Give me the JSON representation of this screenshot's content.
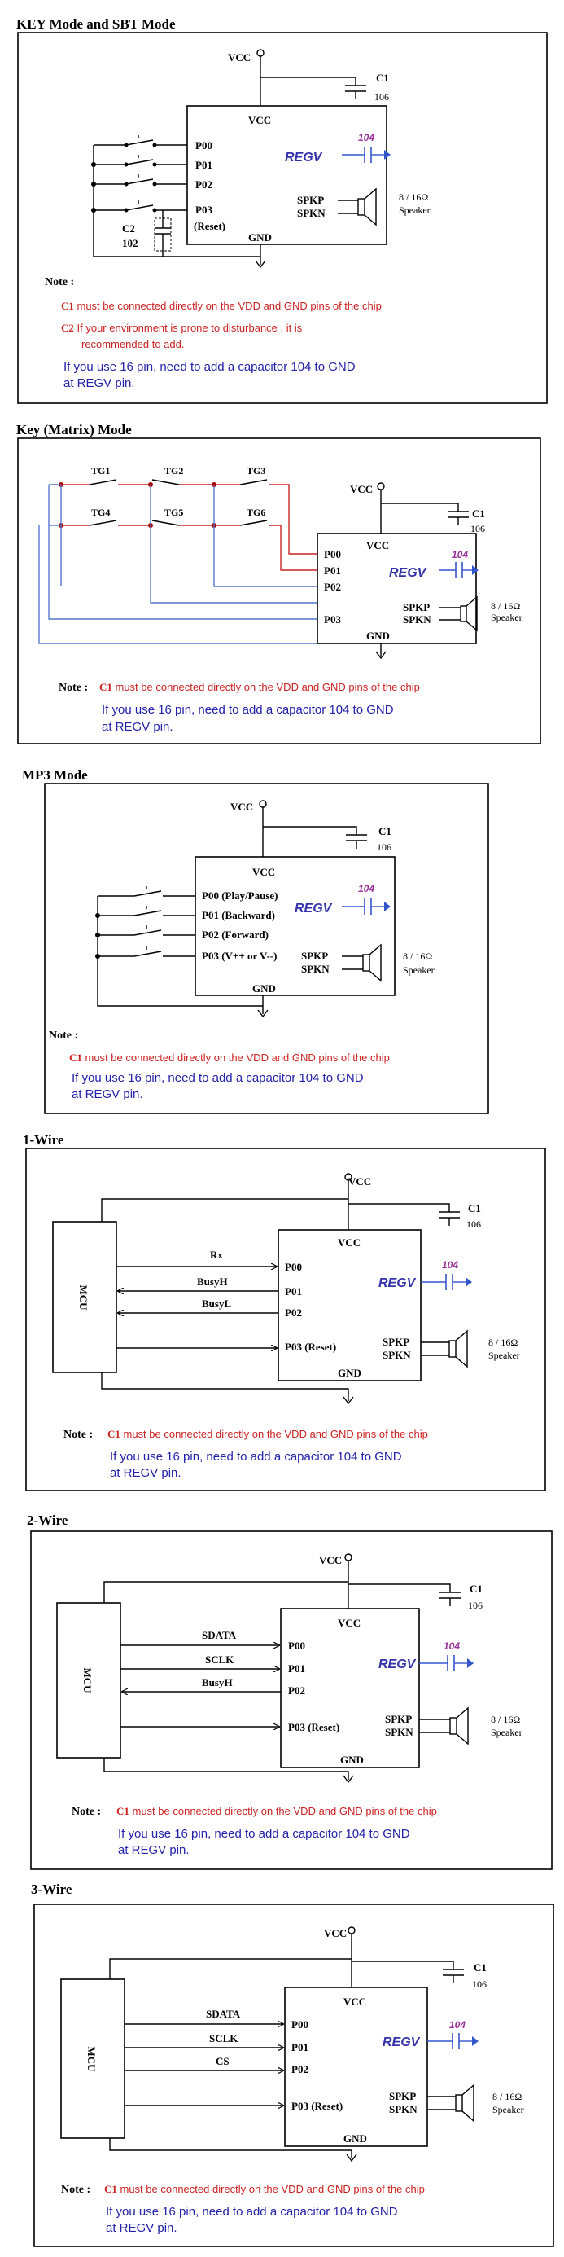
{
  "sections": {
    "key_sbt": {
      "title": "KEY Mode and SBT Mode",
      "vcc": "VCC",
      "chip_vcc": "VCC",
      "chip_gnd": "GND",
      "c1": "C1",
      "c1_val": "106",
      "c2": "C2",
      "c2_val": "102",
      "pins": [
        "P00",
        "P01",
        "P02",
        "P03"
      ],
      "reset": "(Reset)",
      "regv": "REGV",
      "cap104": "104",
      "spkp": "SPKP",
      "spkn": "SPKN",
      "speaker_spec": "8 / 16Ω",
      "speaker": "Speaker",
      "note_label": "Note :",
      "note1_part1": "C1",
      "note1_part2": " must be connected directly on the VDD and ",
      "note1_part3": "GND",
      "note1_part4": " pins of the chip",
      "note2_part1": "C2",
      "note2_part2": " If your environment is prone to disturbance , it is",
      "note2_line2": "recommended to add.",
      "note3_line1": "If you use 16 pin, need to add a capacitor 104 to GND",
      "note3_line2": "at REGV pin."
    },
    "matrix": {
      "title": "Key (Matrix) Mode",
      "switches": [
        "TG1",
        "TG2",
        "TG3",
        "TG4",
        "TG5",
        "TG6"
      ],
      "vcc": "VCC",
      "chip_vcc": "VCC",
      "chip_gnd": "GND",
      "c1": "C1",
      "c1_val": "106",
      "pins": [
        "P00",
        "P01",
        "P02",
        "P03"
      ],
      "regv": "REGV",
      "cap104": "104",
      "spkp": "SPKP",
      "spkn": "SPKN",
      "speaker_spec": "8 / 16Ω",
      "speaker": "Speaker",
      "note_label": "Note :",
      "note1_part1": "C1",
      "note1_part2": " must be connected directly on the VDD and ",
      "note1_part3": "GND",
      "note1_part4": " pins of the chip",
      "note3_line1": "If you use 16 pin, need to add a capacitor 104 to GND",
      "note3_line2": "at REGV pin."
    },
    "mp3": {
      "title": "MP3 Mode",
      "vcc": "VCC",
      "chip_vcc": "VCC",
      "chip_gnd": "GND",
      "c1": "C1",
      "c1_val": "106",
      "pins": [
        "P00 (Play/Pause)",
        "P01 (Backward)",
        "P02 (Forward)",
        "P03 (V++ or V--)"
      ],
      "regv": "REGV",
      "cap104": "104",
      "spkp": "SPKP",
      "spkn": "SPKN",
      "speaker_spec": "8 / 16Ω",
      "speaker": "Speaker",
      "note_label": "Note :",
      "note1_part1": "C1",
      "note1_part2": " must be connected directly on the VDD and ",
      "note1_part3": "GND",
      "note1_part4": " pins of the chip",
      "note3_line1": "If you use 16 pin, need to add a capacitor 104 to GND",
      "note3_line2": "at REGV pin."
    },
    "one_wire": {
      "title": "1-Wire",
      "mcu": "MCU",
      "signals": [
        "Rx",
        "BusyH",
        "BusyL"
      ],
      "vcc": "VCC",
      "chip_vcc": "VCC",
      "chip_gnd": "GND",
      "c1": "C1",
      "c1_val": "106",
      "pins": [
        "P00",
        "P01",
        "P02",
        "P03 (Reset)"
      ],
      "regv": "REGV",
      "cap104": "104",
      "spkp": "SPKP",
      "spkn": "SPKN",
      "speaker_spec": "8 / 16Ω",
      "speaker": "Speaker",
      "note_label": "Note :",
      "note1_part1": "C1",
      "note1_part2": " must be connected directly on the VDD and ",
      "note1_part3": "GND",
      "note1_part4": " pins of the chip",
      "note3_line1": "If you use 16 pin, need to add a capacitor 104 to GND",
      "note3_line2": "at REGV pin."
    },
    "two_wire": {
      "title": "2-Wire",
      "mcu": "MCU",
      "signals": [
        "SDATA",
        "SCLK",
        "BusyH"
      ],
      "vcc": "VCC",
      "chip_vcc": "VCC",
      "chip_gnd": "GND",
      "c1": "C1",
      "c1_val": "106",
      "pins": [
        "P00",
        "P01",
        "P02",
        "P03 (Reset)"
      ],
      "regv": "REGV",
      "cap104": "104",
      "spkp": "SPKP",
      "spkn": "SPKN",
      "speaker_spec": "8 / 16Ω",
      "speaker": "Speaker",
      "note_label": "Note :",
      "note1_part1": "C1",
      "note1_part2": " must be connected directly on the VDD and ",
      "note1_part3": "GND",
      "note1_part4": " pins of the chip",
      "note3_line1": "If you use 16 pin, need to add a capacitor 104 to GND",
      "note3_line2": "at REGV pin."
    },
    "three_wire": {
      "title": "3-Wire",
      "mcu": "MCU",
      "signals": [
        "SDATA",
        "SCLK",
        "CS"
      ],
      "vcc": "VCC",
      "chip_vcc": "VCC",
      "chip_gnd": "GND",
      "c1": "C1",
      "c1_val": "106",
      "pins": [
        "P00",
        "P01",
        "P02",
        "P03 (Reset)"
      ],
      "regv": "REGV",
      "cap104": "104",
      "spkp": "SPKP",
      "spkn": "SPKN",
      "speaker_spec": "8 / 16Ω",
      "speaker": "Speaker",
      "note_label": "Note :",
      "note1_part1": "C1",
      "note1_part2": " must be connected directly on the VDD and ",
      "note1_part3": "GND",
      "note1_part4": " pins of the chip",
      "note3_line1": "If you use 16 pin, need to add a capacitor 104 to GND",
      "note3_line2": "at REGV pin."
    }
  }
}
